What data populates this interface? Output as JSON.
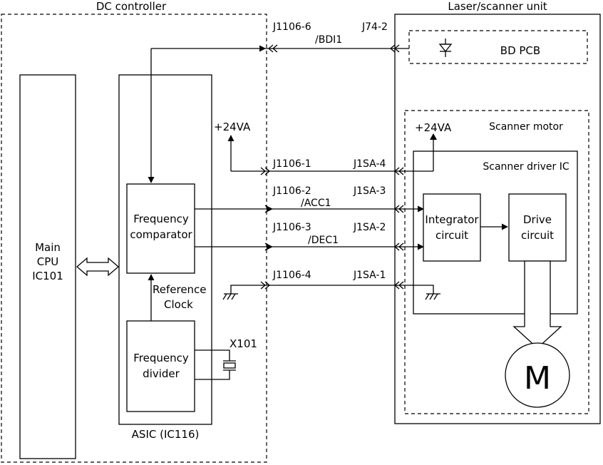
{
  "regions": {
    "dc_controller": "DC controller",
    "laser_scanner_unit": "Laser/scanner unit",
    "bd_pcb": "BD PCB",
    "scanner_motor": "Scanner motor",
    "scanner_driver_ic": "Scanner driver IC"
  },
  "blocks": {
    "main_cpu": [
      "Main",
      "CPU",
      "IC101"
    ],
    "asic": "ASIC (IC116)",
    "frequency_comparator": [
      "Frequency",
      "comparator"
    ],
    "frequency_divider": [
      "Frequency",
      "divider"
    ],
    "reference_clock": [
      "Reference",
      "Clock"
    ],
    "integrator_circuit": [
      "Integrator",
      "circuit"
    ],
    "drive_circuit": [
      "Drive",
      "circuit"
    ],
    "motor": "M",
    "crystal": "X101"
  },
  "power": {
    "left": "+24VA",
    "right": "+24VA"
  },
  "connectors": {
    "j1106_6": "J1106-6",
    "j74_2": "J74-2",
    "j1106_1": "J1106-1",
    "j1sa_4": "J1SA-4",
    "j1106_2": "J1106-2",
    "j1sa_3": "J1SA-3",
    "j1106_3": "J1106-3",
    "j1sa_2": "J1SA-2",
    "j1106_4": "J1106-4",
    "j1sa_1": "J1SA-1"
  },
  "signals": {
    "bdi1": "/BDI1",
    "acc1": "/ACC1",
    "dec1": "/DEC1"
  }
}
